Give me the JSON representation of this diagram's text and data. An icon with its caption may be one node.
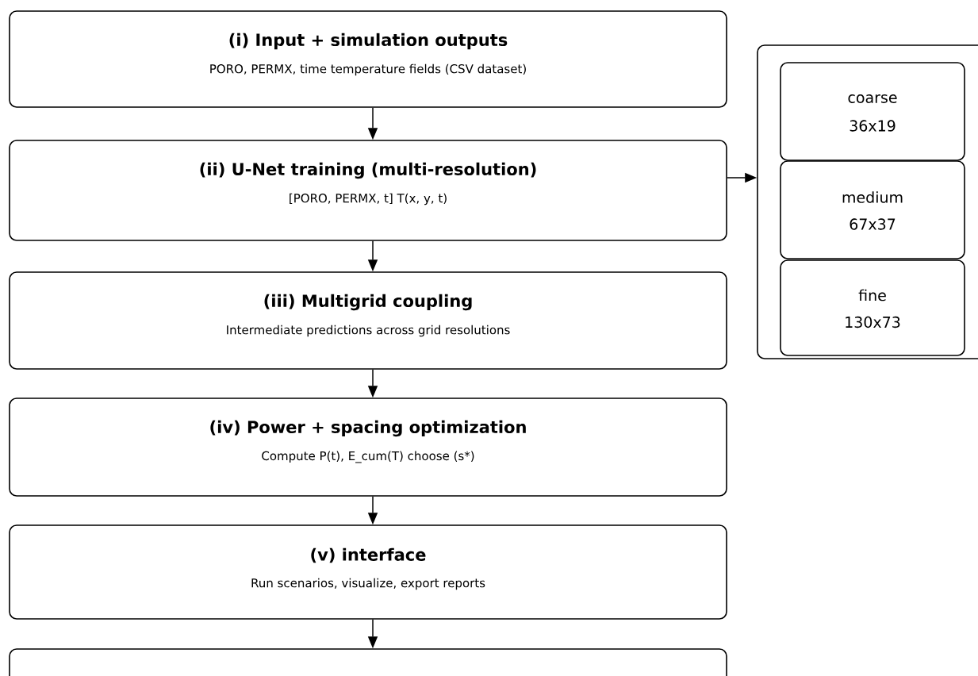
{
  "diagram": {
    "nodes": [
      {
        "text": [
          "(i) Input + simulation outputs",
          "PORO, PERMX, time temperature fields (CSV dataset)"
        ]
      },
      {
        "text": [
          "(ii) U-Net training (multi-resolution)",
          "[PORO, PERMX, t]   T(x, y, t)"
        ]
      },
      {
        "text": [
          "(iii) Multigrid coupling",
          "Intermediate predictions across grid resolutions"
        ]
      },
      {
        "text": [
          "(iv) Power + spacing optimization",
          "Compute P(t), E_cum(T)  choose (s*)"
        ]
      },
      {
        "text": [
          "(v) interface",
          "Run scenarios, visualize, export reports"
        ]
      },
      {
        "text": [],
        "shape": "box"
      },
      {
        "text": [],
        "shape": "box"
      },
      {
        "text": [
          "coarse",
          "36x19"
        ],
        "in": 6
      },
      {
        "text": [
          "medium",
          "67x37"
        ],
        "in": 6
      },
      {
        "text": [
          "fine",
          "130x73"
        ],
        "in": 6
      }
    ],
    "edges": [
      {
        "from": 0,
        "to": 1,
        "arrow": "to"
      },
      {
        "from": 1,
        "to": 2,
        "arrow": "to"
      },
      {
        "from": 2,
        "to": 3,
        "arrow": "to"
      },
      {
        "from": 3,
        "to": 4,
        "arrow": "to"
      },
      {
        "from": 4,
        "to": 5,
        "arrow": "to"
      },
      {
        "from": 1,
        "to": 6,
        "arrow": "to"
      }
    ]
  }
}
